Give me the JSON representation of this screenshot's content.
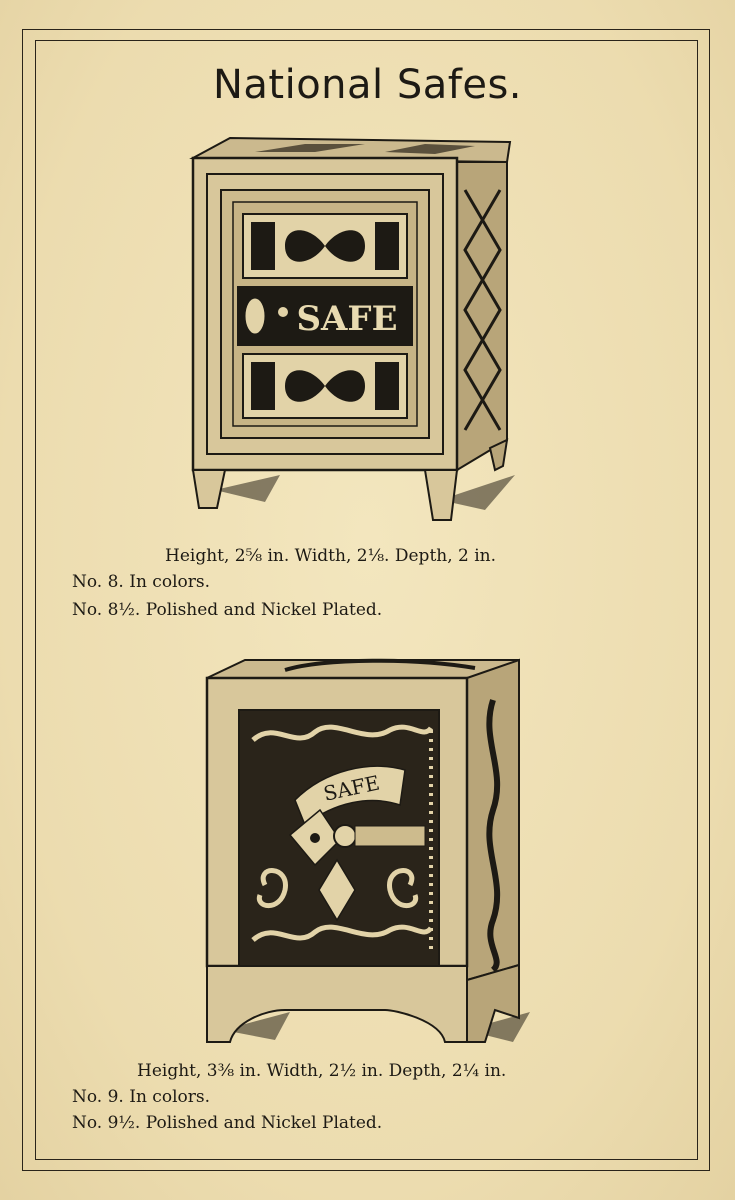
{
  "title": "National Safes.",
  "safes": [
    {
      "dimensions": "Height, 2⅝ in.   Width, 2⅛.   Depth, 2 in.",
      "lines": [
        "No. 8.   In colors.",
        "No. 8½.   Polished and Nickel Plated."
      ],
      "door_label": "SAFE"
    },
    {
      "dimensions": "Height, 3⅜ in.   Width, 2½ in.   Depth, 2¼ in.",
      "lines": [
        "No. 9.   In colors.",
        "No. 9½.   Polished and Nickel Plated."
      ],
      "door_label": "SAFE"
    }
  ]
}
